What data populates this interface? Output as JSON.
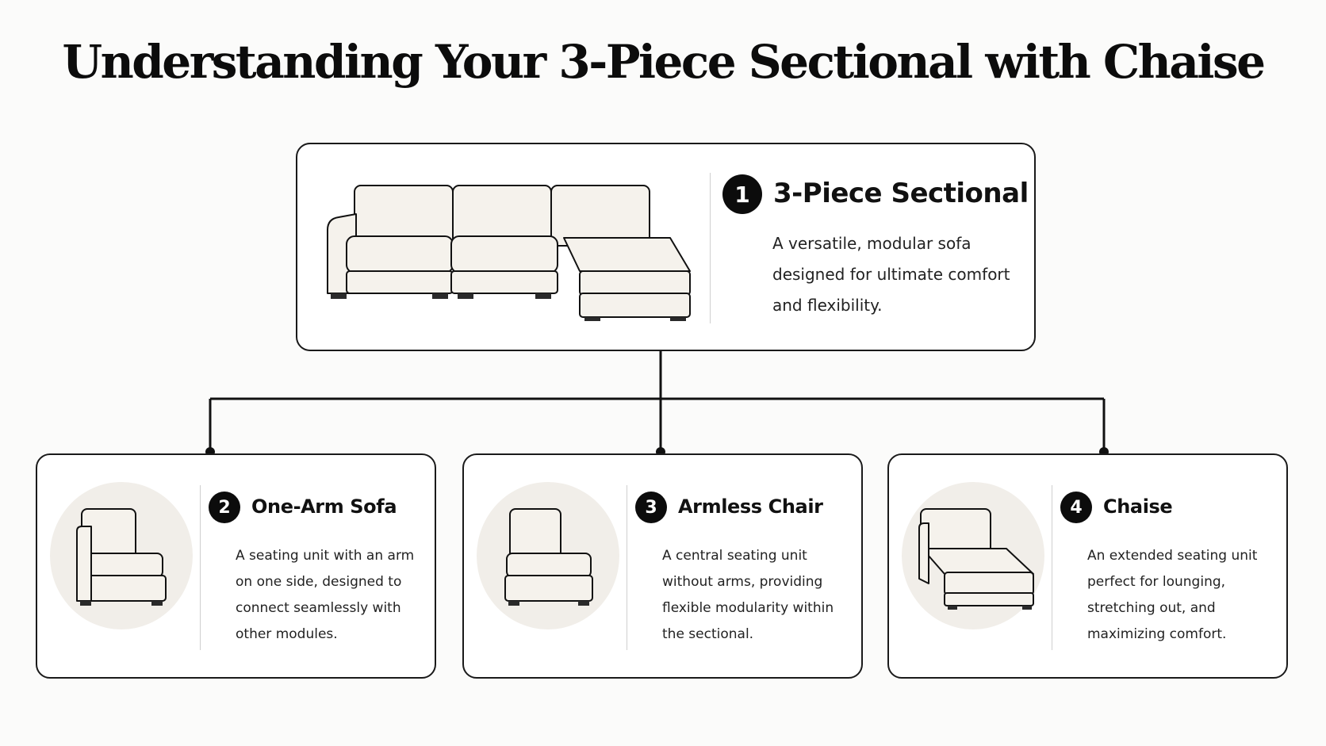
{
  "title": "Understanding Your 3-Piece Sectional with Chaise",
  "colors": {
    "line": "#111111",
    "upholstery": "#f5f2ec",
    "icon_bg": "#f1eee9",
    "legs": "#2a2a2a"
  },
  "main": {
    "number": "1",
    "title": "3-Piece Sectional",
    "description": "A versatile, modular sofa designed for ultimate comfort and flexibility.",
    "icon": "sectional-sofa-icon"
  },
  "modules": [
    {
      "number": "2",
      "title": "One-Arm Sofa",
      "description": "A seating unit with an arm on one side, designed to connect seamlessly with other modules.",
      "icon": "one-arm-sofa-icon"
    },
    {
      "number": "3",
      "title": "Armless Chair",
      "description": "A central seating unit without arms, providing flexible modularity within the sectional.",
      "icon": "armless-chair-icon"
    },
    {
      "number": "4",
      "title": "Chaise",
      "description": "An extended seating unit perfect for lounging, stretching out, and maximizing comfort.",
      "icon": "chaise-icon"
    }
  ]
}
